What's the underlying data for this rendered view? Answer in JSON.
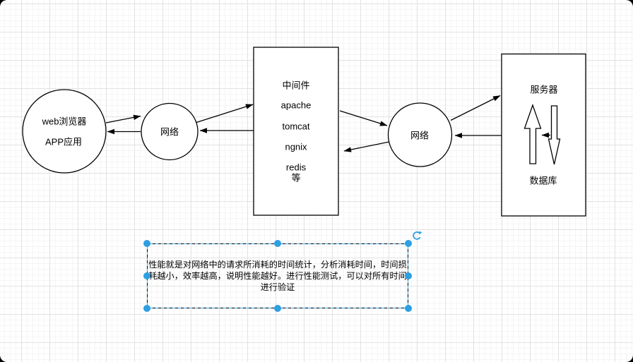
{
  "diagram": {
    "client_node": {
      "line1": "web浏览器",
      "line2": "APP应用"
    },
    "network_node_1": {
      "label": "网络"
    },
    "middleware_node": {
      "title": "中间件",
      "items": [
        "apache",
        "tomcat",
        "ngnix",
        "redis",
        "等"
      ]
    },
    "network_node_2": {
      "label": "网络"
    },
    "server_node": {
      "label": "服务器",
      "db_label": "数据库"
    },
    "note": {
      "text": "性能就是对网络中的请求所消耗的时间统计，分析消耗时间，时间损耗越小，效率越高，说明性能越好。进行性能测试，可以对所有时间进行验证"
    },
    "colors": {
      "stroke": "#000000",
      "shape_fill": "#ffffff",
      "selection_blue": "#2d9fe3",
      "selection_dash_blue": "#45aee8"
    }
  }
}
